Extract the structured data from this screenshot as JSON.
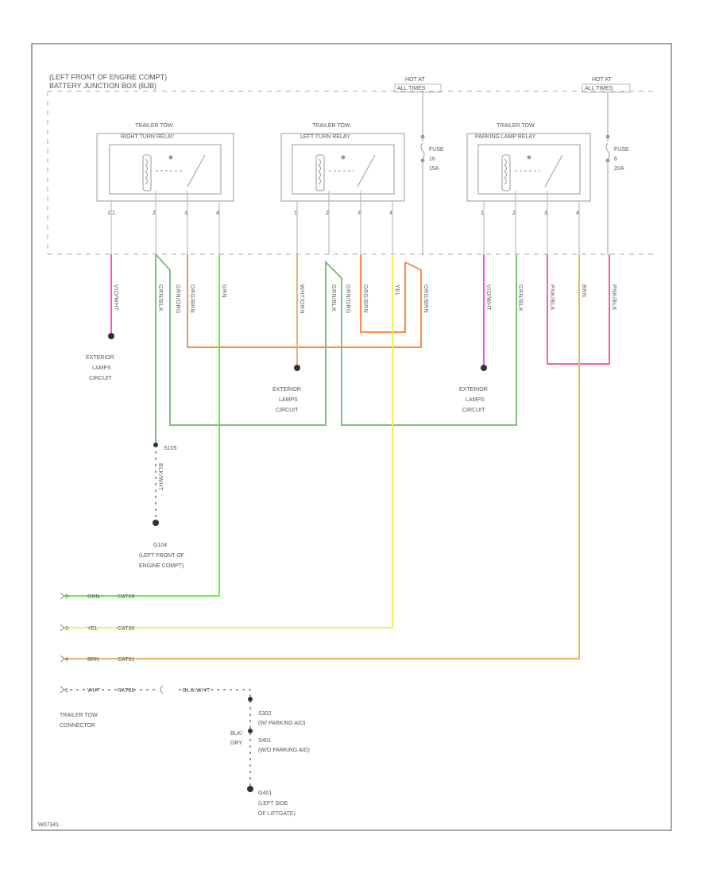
{
  "junction_box": {
    "location": "(LEFT FRONT OF ENGINE COMPT)",
    "name": "BATTERY JUNCTION BOX (BJB)"
  },
  "hot_labels": {
    "left": {
      "line1": "HOT AT",
      "line2": "ALL TIMES"
    },
    "right": {
      "line1": "HOT AT",
      "line2": "ALL TIMES"
    }
  },
  "relays": {
    "right_turn": {
      "line1": "TRAILER TOW",
      "line2": "RIGHT TURN RELAY"
    },
    "left_turn": {
      "line1": "TRAILER TOW",
      "line2": "LEFT TURN RELAY"
    },
    "parking": {
      "line1": "TRAILER TOW",
      "line2": "PARKING LAMP RELAY"
    }
  },
  "fuses": {
    "fuse_a": {
      "line1": "FUSE",
      "line2": "16",
      "line3": "15A"
    },
    "fuse_b": {
      "line1": "FUSE",
      "line2": "6",
      "line3": "20A"
    }
  },
  "pins": {
    "r1": "C1",
    "r2": "2",
    "r3": "3",
    "r4": "4",
    "l1": "1",
    "l2": "2",
    "l3": "3",
    "l4": "4",
    "p1": "1",
    "p2": "2",
    "p3": "3",
    "p4": "4"
  },
  "wire_labels": {
    "w1": "VIO/WHT",
    "w2": "GRN/BLK",
    "w3": "GRN/ORG",
    "w4": "ORG/BRN",
    "w5": "GRN",
    "w6": "WHT/ORN",
    "w7": "GRN/BLK",
    "w8": "GRN/ORG",
    "w9": "ORG/BRN",
    "w10": "YEL",
    "w11": "ORG/BRN",
    "w12": "VIO/WHT",
    "w13": "GRN/BLK",
    "w14": "PNK/BLK",
    "w15": "BRN",
    "w16": "PNK/BLK",
    "w17": "BLK/WHT"
  },
  "ext_lamps": {
    "a": {
      "line1": "EXTERIOR",
      "line2": "LAMPS",
      "line3": "CIRCUIT"
    },
    "b": {
      "line1": "EXTERIOR",
      "line2": "LAMPS",
      "line3": "CIRCUIT"
    },
    "c": {
      "line1": "EXTERIOR",
      "line2": "LAMPS",
      "line3": "CIRCUIT"
    }
  },
  "splice": "S105",
  "ground_g104": {
    "line1": "G104",
    "line2": "(LEFT FRONT OF",
    "line3": "ENGINE COMPT)"
  },
  "connector_rows": [
    {
      "pin": "2",
      "color": "GRN",
      "circuit": "CAT29"
    },
    {
      "pin": "3",
      "color": "YEL",
      "circuit": "CAT30"
    },
    {
      "pin": "4",
      "color": "BRN",
      "circuit": "CAT31"
    },
    {
      "pin": "1",
      "color": "WHT",
      "circuit": "RAT39"
    }
  ],
  "trailer_connector": {
    "line1": "TRAILER TOW",
    "line2": "CONNECTOR"
  },
  "blk_label": {
    "line1": "BLK/",
    "line2": "GRY"
  },
  "splices_right": {
    "s302_a": "S302",
    "s302_b": "(W/ PARKING AID)",
    "s401_a": "S401",
    "s401_b": "(W/O PARKING AID)"
  },
  "ground_g401": {
    "line1": "G401",
    "line2": "(LEFT SIDE",
    "line3": "OF LIFTGATE)"
  },
  "footer": "W07341",
  "wire_colors": {
    "gray": "#bdbdbd",
    "pink": "#ff4fd8",
    "green": "#7fbf7f",
    "bright_green": "#66ee44",
    "orange": "#ff8c4a",
    "yellow": "#f2ee5a",
    "tan": "#e8b468",
    "hot_pink": "#ff5fa5",
    "black": "#333333"
  }
}
